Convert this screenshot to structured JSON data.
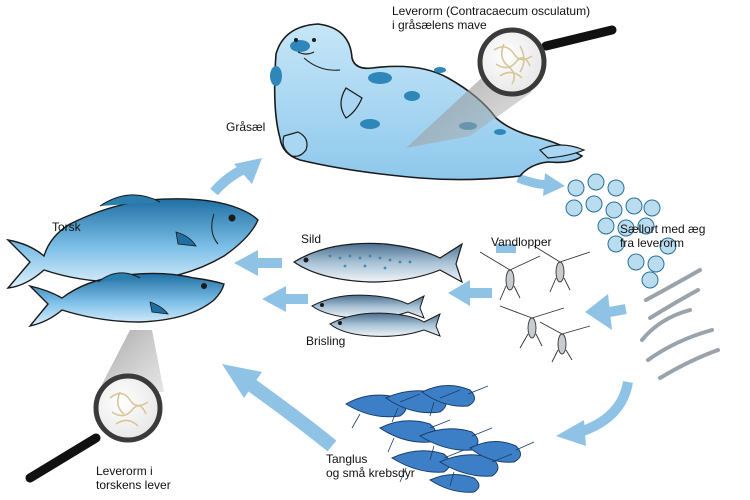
{
  "labels": {
    "seal_worm_line1": "Leverorm (Contracaecum osculatum)",
    "seal_worm_line2": "i gråsælens mave",
    "seal": "Gråsæl",
    "cod": "Torsk",
    "herring": "Sild",
    "copepods": "Vandlopper",
    "eggs_line1": "Sællort med æg",
    "eggs_line2": "fra leverorm",
    "sprat": "Brisling",
    "crustaceans_line1": "Tanglus",
    "crustaceans_line2": "og små krebsdyr",
    "cod_worm_line1": "Leverorm i",
    "cod_worm_line2": "torskens lever"
  },
  "colors": {
    "arrow": "#8fc3e6",
    "seal_body": "#a9d6f2",
    "seal_spot": "#2f86b8",
    "fish_dark": "#2b7fb0",
    "fish_light": "#bfe2f7",
    "outline": "#1a1a1a",
    "lens_rim": "#3a3a3a",
    "worm": "#d9c59a"
  }
}
